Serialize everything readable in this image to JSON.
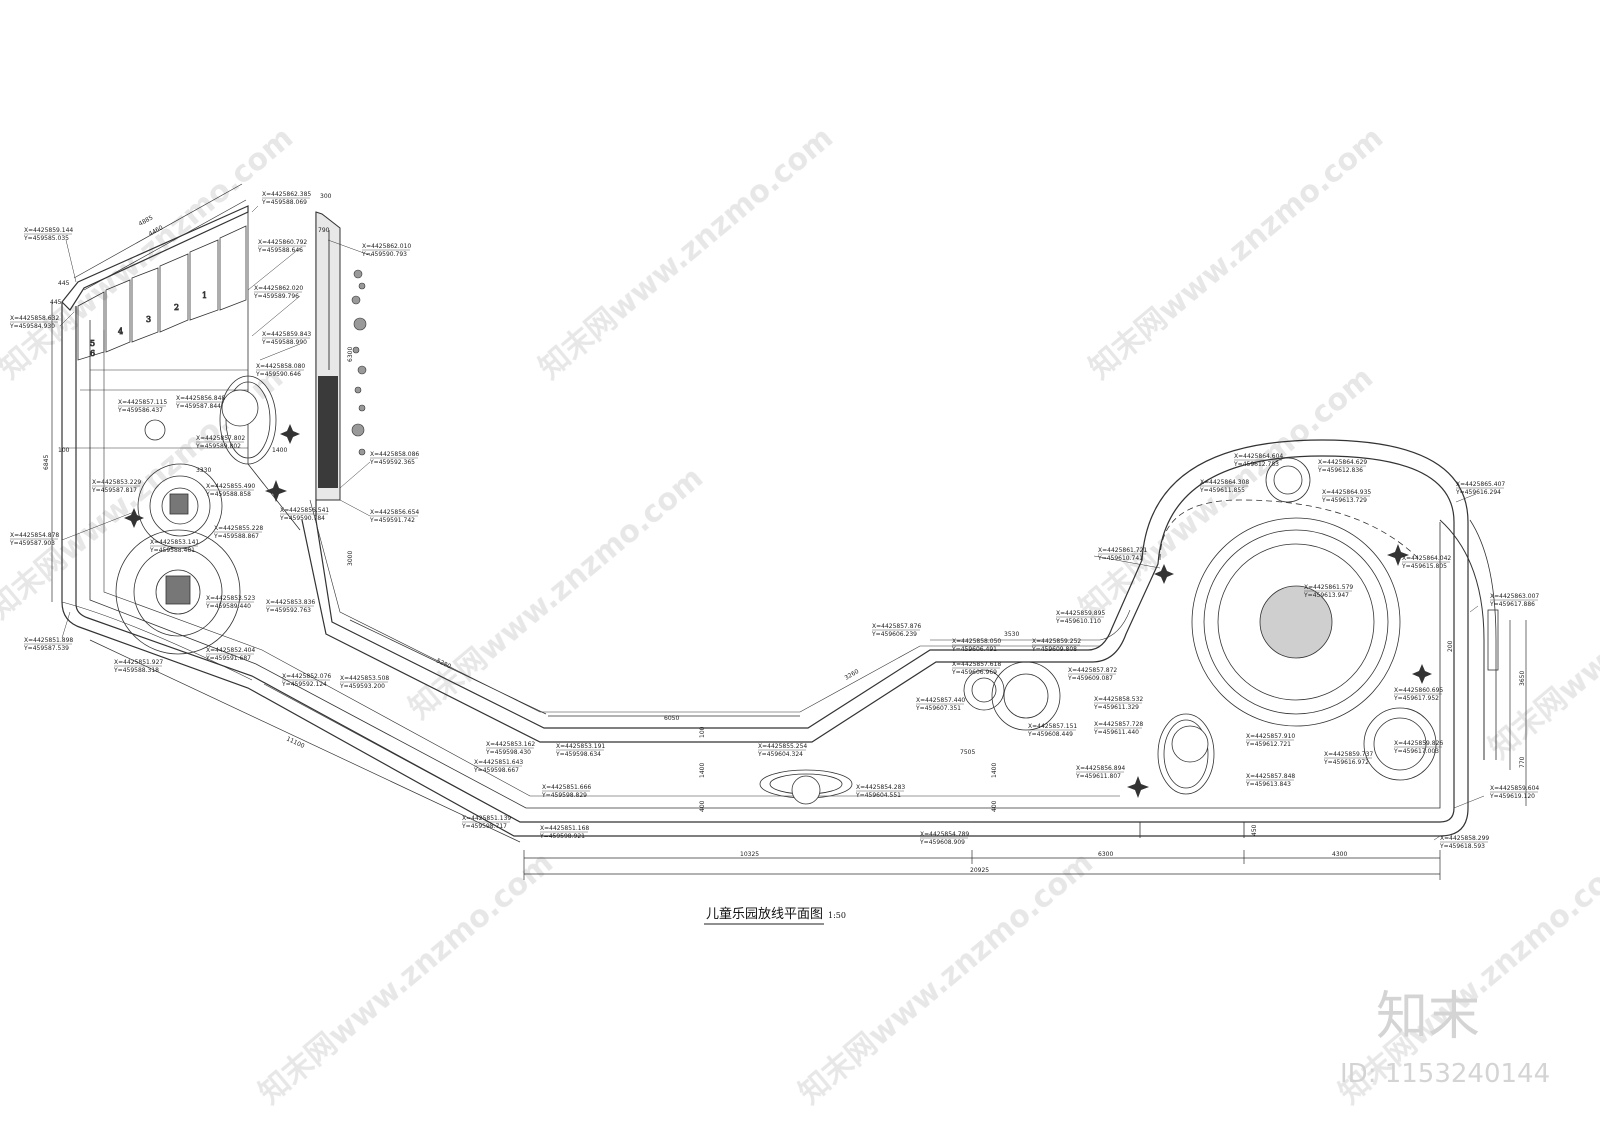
{
  "drawing": {
    "title": "儿童乐园放线平面图",
    "scale": "1:50"
  },
  "brand": {
    "logo": "知末",
    "id_text": "ID: 1153240144"
  },
  "watermark": "知末网www.znzmo.com",
  "coordinates": [
    [
      "X=4425862.385",
      "Y=459588.069"
    ],
    [
      "X=4425859.144",
      "Y=459585.035"
    ],
    [
      "X=4425858.632",
      "Y=459584.930"
    ],
    [
      "X=4425860.792",
      "Y=459588.646"
    ],
    [
      "X=4425862.020",
      "Y=459589.796"
    ],
    [
      "X=4425862.010",
      "Y=459590.793"
    ],
    [
      "X=4425859.843",
      "Y=459588.990"
    ],
    [
      "X=4425858.080",
      "Y=459590.646"
    ],
    [
      "X=4425857.115",
      "Y=459586.437"
    ],
    [
      "X=4425856.848",
      "Y=459587.844"
    ],
    [
      "X=4425857.802",
      "Y=459589.802"
    ],
    [
      "X=4425858.086",
      "Y=459592.365"
    ],
    [
      "X=4425855.490",
      "Y=459588.858"
    ],
    [
      "X=4425853.229",
      "Y=459587.817"
    ],
    [
      "X=4425855.228",
      "Y=459588.867"
    ],
    [
      "X=4425856.654",
      "Y=459591.742"
    ],
    [
      "X=4425856.541",
      "Y=459590.784"
    ],
    [
      "X=4425854.878",
      "Y=459587.903"
    ],
    [
      "X=4425853.141",
      "Y=459588.481"
    ],
    [
      "X=4425853.523",
      "Y=459589.440"
    ],
    [
      "X=4425853.836",
      "Y=459592.763"
    ],
    [
      "X=4425851.898",
      "Y=459587.539"
    ],
    [
      "X=4425852.404",
      "Y=459591.687"
    ],
    [
      "X=4425851.927",
      "Y=459588.318"
    ],
    [
      "X=4425852.076",
      "Y=459592.124"
    ],
    [
      "X=4425853.508",
      "Y=459593.200"
    ],
    [
      "X=4425857.876",
      "Y=459606.239"
    ],
    [
      "X=4425858.050",
      "Y=459606.491"
    ],
    [
      "X=4425859.252",
      "Y=459609.808"
    ],
    [
      "X=4425859.895",
      "Y=459610.110"
    ],
    [
      "X=4425857.618",
      "Y=459606.969"
    ],
    [
      "X=4425857.872",
      "Y=459609.087"
    ],
    [
      "X=4425857.440",
      "Y=459607.351"
    ],
    [
      "X=4425857.151",
      "Y=459608.449"
    ],
    [
      "X=4425858.532",
      "Y=459611.329"
    ],
    [
      "X=4425857.728",
      "Y=459611.440"
    ],
    [
      "X=4425853.162",
      "Y=459598.430"
    ],
    [
      "X=4425853.191",
      "Y=459598.634"
    ],
    [
      "X=4425851.643",
      "Y=459598.667"
    ],
    [
      "X=4425855.254",
      "Y=459604.324"
    ],
    [
      "X=4425854.283",
      "Y=459604.551"
    ],
    [
      "X=4425851.666",
      "Y=459598.829"
    ],
    [
      "X=4425851.139",
      "Y=459598.717"
    ],
    [
      "X=4425851.168",
      "Y=459598.921"
    ],
    [
      "X=4425854.789",
      "Y=459608.909"
    ],
    [
      "X=4425856.894",
      "Y=459611.807"
    ],
    [
      "X=4425857.910",
      "Y=459612.721"
    ],
    [
      "X=4425857.848",
      "Y=459613.843"
    ],
    [
      "X=4425864.604",
      "Y=459612.783"
    ],
    [
      "X=4425864.308",
      "Y=459611.855"
    ],
    [
      "X=4425864.629",
      "Y=459612.836"
    ],
    [
      "X=4425864.935",
      "Y=459613.729"
    ],
    [
      "X=4425865.407",
      "Y=459616.294"
    ],
    [
      "X=4425861.721",
      "Y=459610.741"
    ],
    [
      "X=4425864.042",
      "Y=459615.805"
    ],
    [
      "X=4425861.579",
      "Y=459613.947"
    ],
    [
      "X=4425863.007",
      "Y=459617.886"
    ],
    [
      "X=4425860.695",
      "Y=459617.952"
    ],
    [
      "X=4425859.826",
      "Y=459617.003"
    ],
    [
      "X=4425859.737",
      "Y=459616.972"
    ],
    [
      "X=4425859.604",
      "Y=459619.120"
    ],
    [
      "X=4425858.299",
      "Y=459618.593"
    ]
  ],
  "dimensions": [
    "4885",
    "4460",
    "445",
    "445",
    "790",
    "300",
    "6300",
    "100",
    "6845",
    "3330",
    "1400",
    "3000",
    "11100",
    "5280",
    "6050",
    "3260",
    "3530",
    "7505",
    "10325",
    "6300",
    "4300",
    "20925",
    "1400",
    "400",
    "400",
    "1400",
    "100",
    "200",
    "3650",
    "770",
    "450"
  ],
  "small_labels": [
    "1",
    "2",
    "3",
    "4",
    "5",
    "6"
  ]
}
